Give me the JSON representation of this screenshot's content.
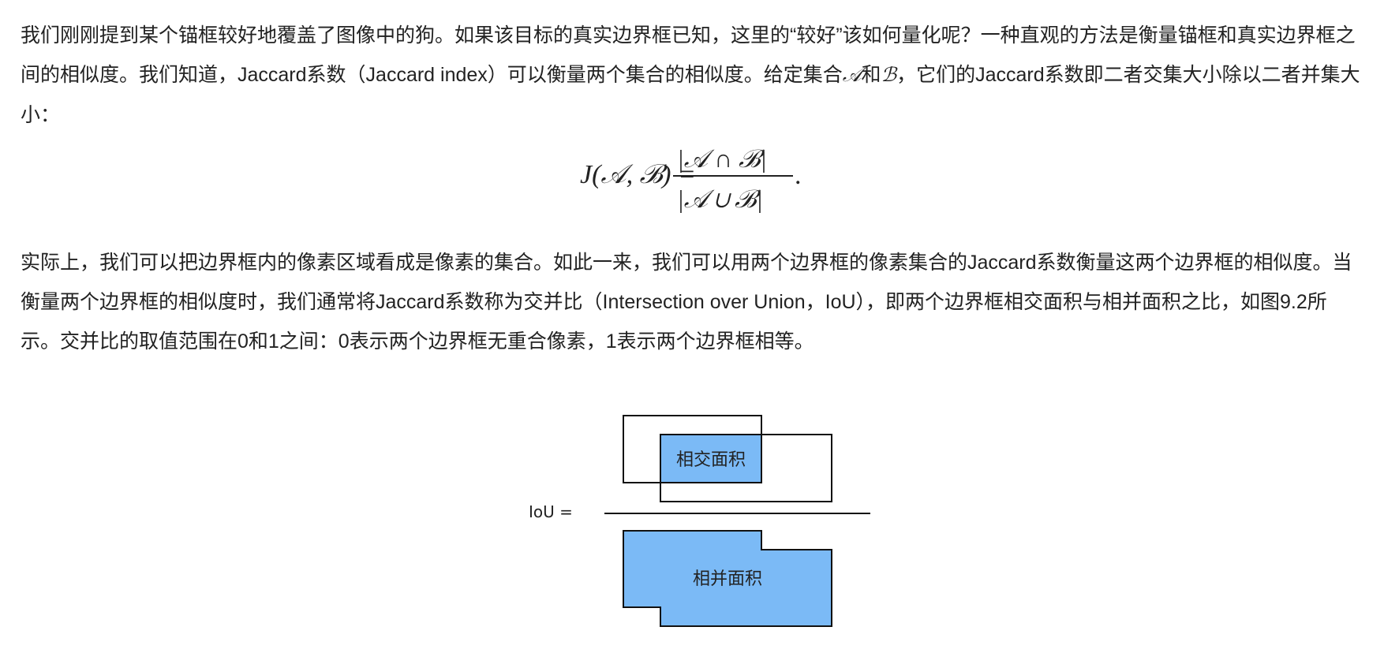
{
  "paragraph1": {
    "s1": "我们刚刚提到某个锚框较好地覆盖了图像中的狗。如果该目标的真实边界框已知，这里的“较好”该如何量化呢？一种直观的方法是衡量锚框和真实边界框之间的相似度。我们知道，Jaccard系数（Jaccard index）可以衡量两个集合的相似度。给定集合",
    "set_a": "𝒜",
    "and": "和",
    "set_b": "ℬ",
    "s2": "，它们的Jaccard系数即二者交集大小除以二者并集大小："
  },
  "formula": {
    "lhs": "J(𝒜, ℬ) =",
    "numerator": "|𝒜 ∩ ℬ|",
    "denominator": "|𝒜 ∪ ℬ|",
    "period": "."
  },
  "paragraph2": "实际上，我们可以把边界框内的像素区域看成是像素的集合。如此一来，我们可以用两个边界框的像素集合的Jaccard系数衡量这两个边界框的相似度。当衡量两个边界框的相似度时，我们通常将Jaccard系数称为交并比（Intersection over Union，IoU），即两个边界框相交面积与相并面积之比，如图9.2所示。交并比的取值范围在0和1之间：0表示两个边界框无重合像素，1表示两个边界框相等。",
  "figure": {
    "iou_label": "IoU =",
    "intersection_label": "相交面积",
    "union_label": "相并面积",
    "fill_color": "#7bbaf6"
  }
}
